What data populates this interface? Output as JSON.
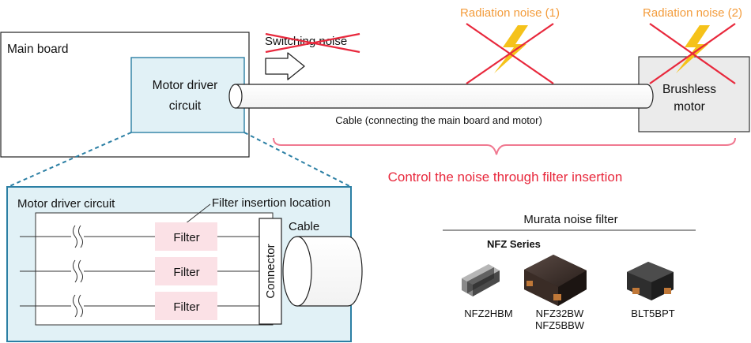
{
  "main_board": {
    "label": "Main board"
  },
  "motor_driver": {
    "label_line1": "Motor driver",
    "label_line2": "circuit"
  },
  "switching_noise": {
    "label": "Switching noise"
  },
  "radiation_noise": [
    {
      "label": "Radiation noise (1)"
    },
    {
      "label": "Radiation noise (2)"
    }
  ],
  "motor": {
    "label_line1": "Brushless",
    "label_line2": "motor"
  },
  "cable": {
    "caption": "Cable (connecting the main board and motor)"
  },
  "control_text": "Control the noise through filter insertion",
  "detail": {
    "title": "Motor driver circuit",
    "filter_location_label": "Filter insertion location",
    "cable_label": "Cable",
    "connector_label": "Connector",
    "filters": [
      "Filter",
      "Filter",
      "Filter"
    ]
  },
  "murata": {
    "title": "Murata noise filter",
    "series": "NFZ Series",
    "products": [
      {
        "name": "NFZ2HBM"
      },
      {
        "name": "NFZ32BW",
        "name2": "NFZ5BBW"
      },
      {
        "name": "BLT5BPT"
      }
    ]
  },
  "colors": {
    "accent_orange": "#f39c3c",
    "cross_red": "#e8283c",
    "control_red": "#e8283c",
    "brace_pink": "#f07890",
    "light_blue": "#e1f1f6",
    "blue_border": "#2b7fa4",
    "filter_pink": "#fbe1e6",
    "motor_grey": "#ebebeb"
  }
}
